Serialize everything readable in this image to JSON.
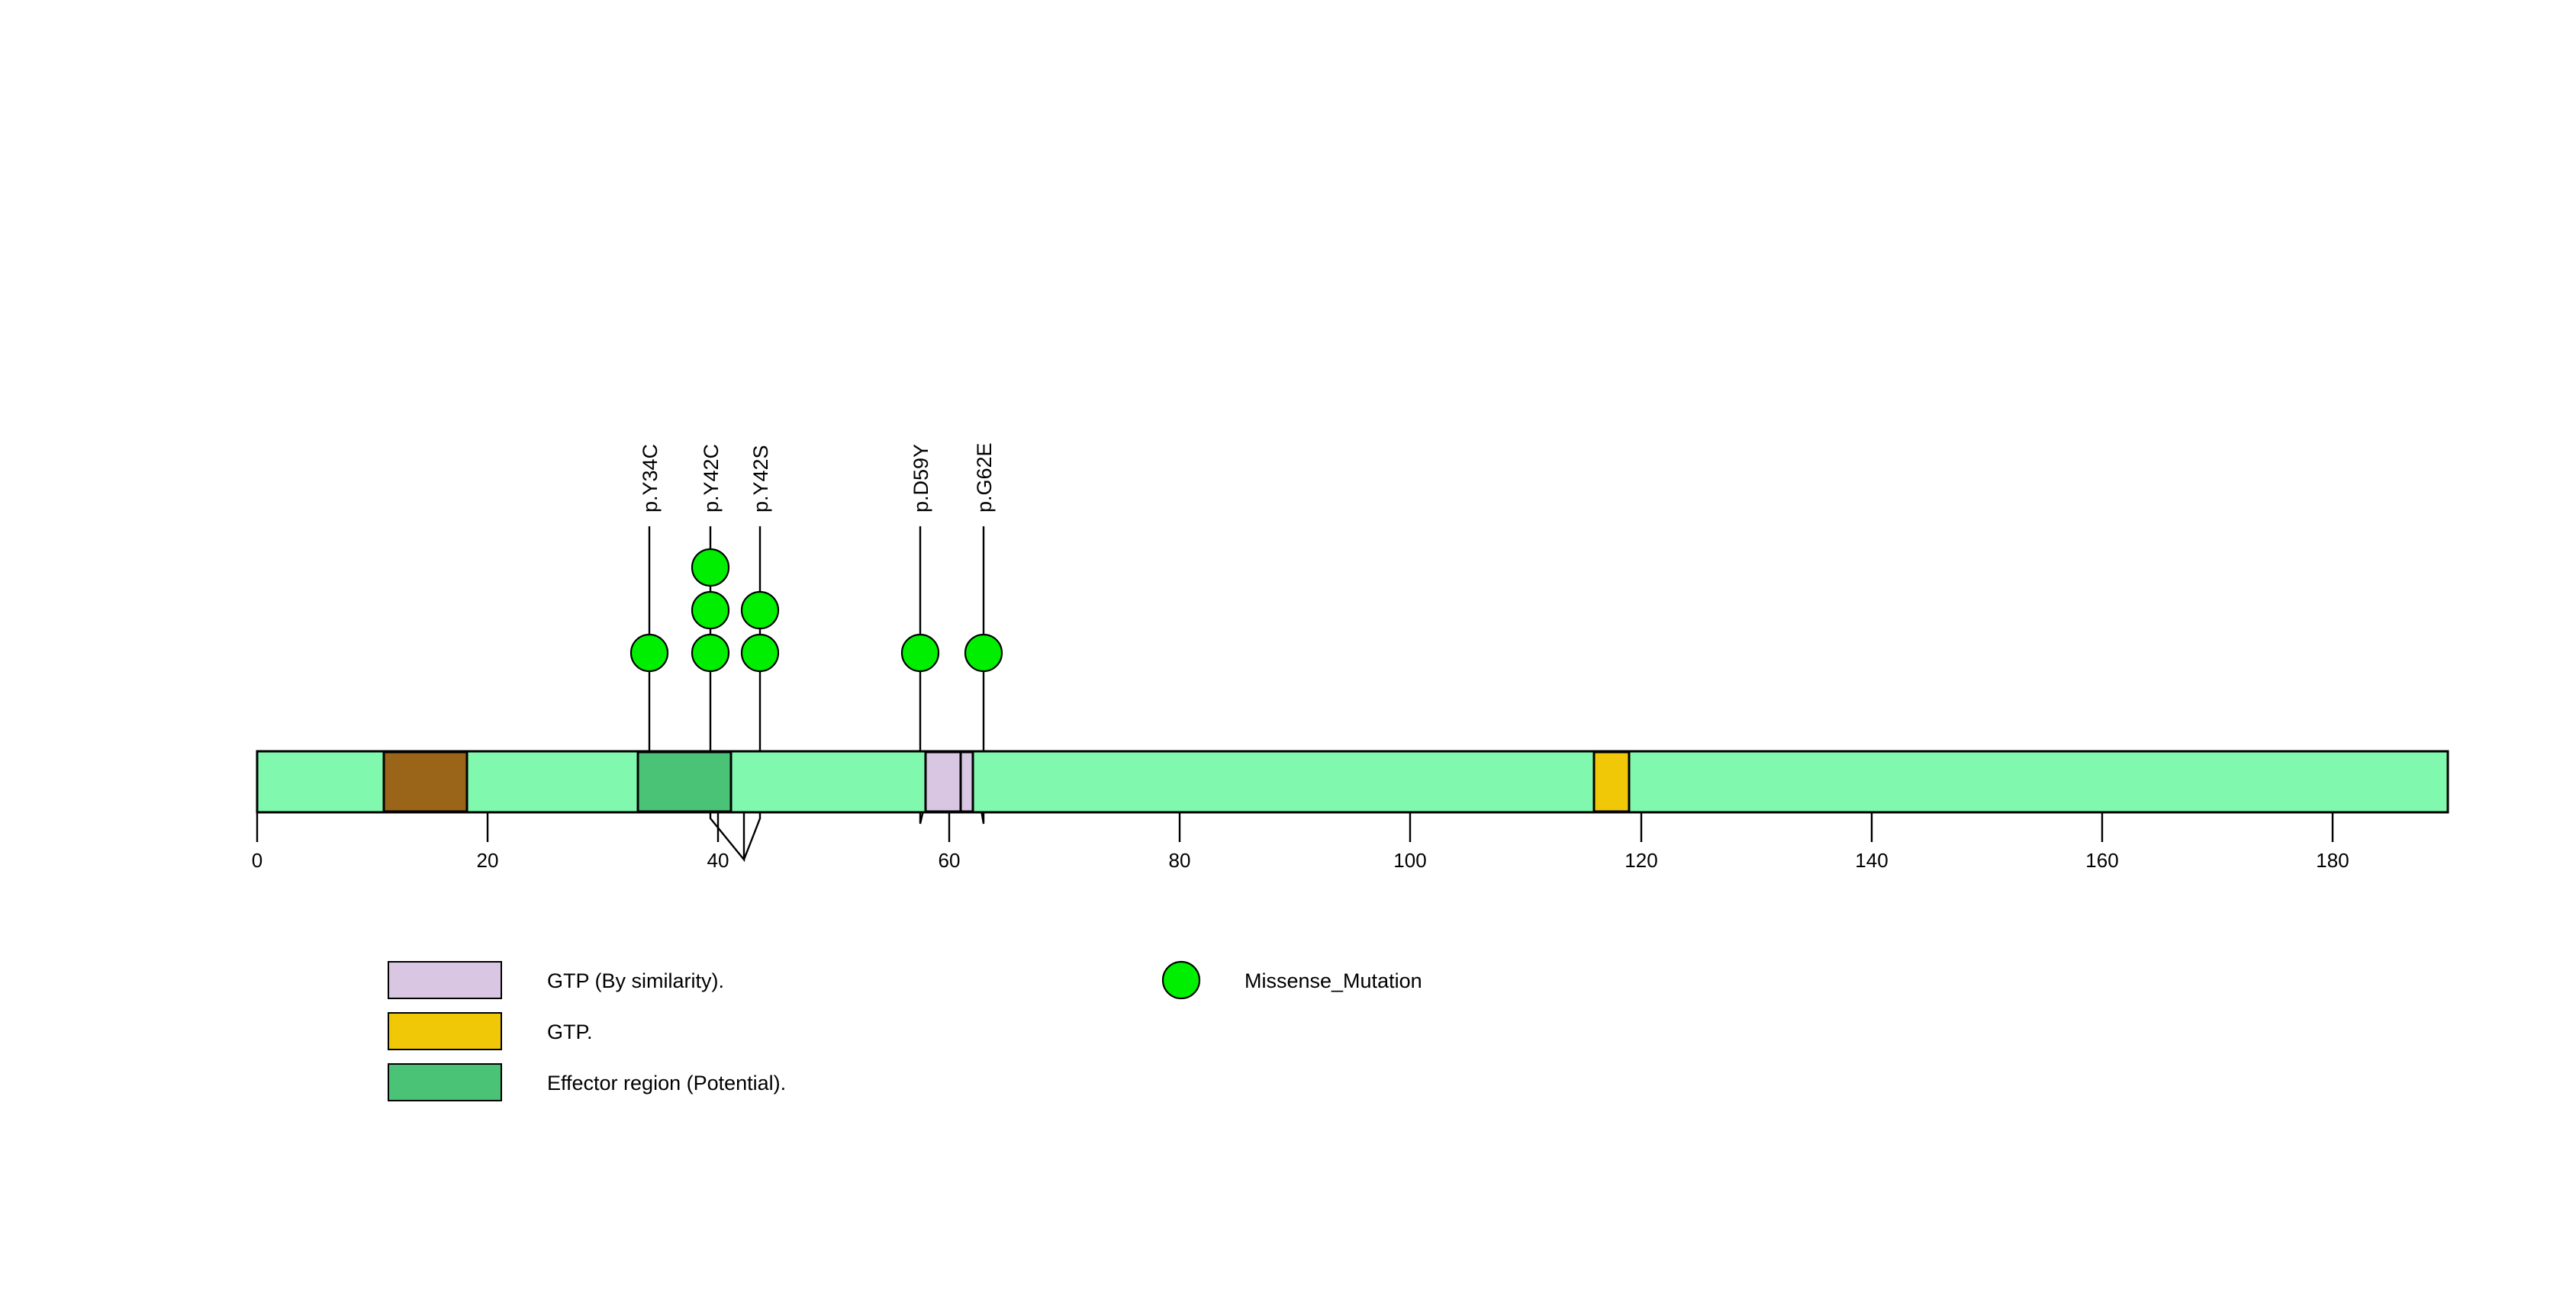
{
  "chart_data": {
    "type": "lollipop",
    "title": "",
    "xlabel": "",
    "ylabel": "",
    "xlim": [
      0,
      190
    ],
    "grid": false,
    "protein_length": 190,
    "axis": {
      "ticks": [
        0,
        20,
        40,
        60,
        80,
        100,
        120,
        140,
        160,
        180
      ],
      "tick_labels": [
        "0",
        "20",
        "40",
        "60",
        "80",
        "100",
        "120",
        "140",
        "160",
        "180"
      ]
    },
    "backbone": {
      "color": "#80F9AE",
      "border": "#000000",
      "start": 0,
      "end": 190
    },
    "domains": [
      {
        "name": "domain-brown",
        "label": "",
        "start": 11,
        "end": 18,
        "color": "#9A6519"
      },
      {
        "name": "effector-region",
        "label": "Effector region (Potential).",
        "start": 33,
        "end": 41,
        "color": "#4BC376"
      },
      {
        "name": "gtp-by-similarity-a",
        "label": "GTP (By similarity).",
        "start": 58,
        "end": 61,
        "color": "#D8C6E2"
      },
      {
        "name": "gtp-by-similarity-b",
        "label": "GTP (By similarity).",
        "start": 61,
        "end": 62,
        "color": "#D8C6E2"
      },
      {
        "name": "gtp",
        "label": "GTP.",
        "start": 116,
        "end": 119,
        "color": "#F0C808"
      }
    ],
    "mutations": [
      {
        "label": "p.Y34C",
        "position": 34,
        "count": 1,
        "type": "Missense_Mutation",
        "color": "#00EE00"
      },
      {
        "label": "p.Y42C",
        "position": 42,
        "count": 3,
        "type": "Missense_Mutation",
        "color": "#00EE00"
      },
      {
        "label": "p.Y42S",
        "position": 42,
        "count": 2,
        "type": "Missense_Mutation",
        "color": "#00EE00"
      },
      {
        "label": "p.D59Y",
        "position": 59,
        "count": 1,
        "type": "Missense_Mutation",
        "color": "#00EE00"
      },
      {
        "label": "p.G62E",
        "position": 62,
        "count": 1,
        "type": "Missense_Mutation",
        "color": "#00EE00"
      }
    ],
    "legend_domains": [
      {
        "label": "GTP (By similarity).",
        "color": "#D8C6E2"
      },
      {
        "label": "GTP.",
        "color": "#F0C808"
      },
      {
        "label": "Effector region (Potential).",
        "color": "#4BC376"
      }
    ],
    "legend_mutations": [
      {
        "label": "Missense_Mutation",
        "color": "#00EE00"
      }
    ]
  },
  "colors": {
    "backbone": "#80F9AE",
    "mutation_green": "#00EE00",
    "gtp_similarity": "#D8C6E2",
    "gtp": "#F0C808",
    "effector": "#4BC376",
    "domain_brown": "#9A6519",
    "stroke": "#000000"
  }
}
